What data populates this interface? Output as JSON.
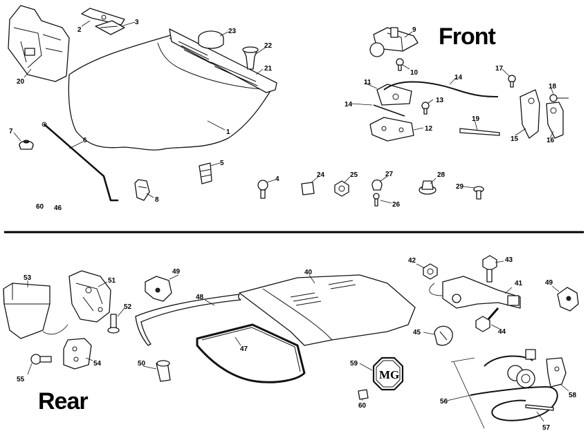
{
  "sections": {
    "front_label": "Front",
    "rear_label": "Rear"
  },
  "front_numbers": [
    "1",
    "2",
    "3",
    "4",
    "5",
    "6",
    "7",
    "8",
    "9",
    "10",
    "11",
    "12",
    "13",
    "14",
    "14",
    "15",
    "16",
    "17",
    "18",
    "19",
    "20",
    "21",
    "22",
    "23",
    "24",
    "25",
    "26",
    "27",
    "28",
    "29",
    "60",
    "46"
  ],
  "rear_numbers": [
    "40",
    "41",
    "42",
    "43",
    "44",
    "45",
    "47",
    "48",
    "49",
    "49",
    "50",
    "51",
    "52",
    "53",
    "54",
    "55",
    "56",
    "57",
    "58",
    "59",
    "60"
  ],
  "badge_text": "MG"
}
